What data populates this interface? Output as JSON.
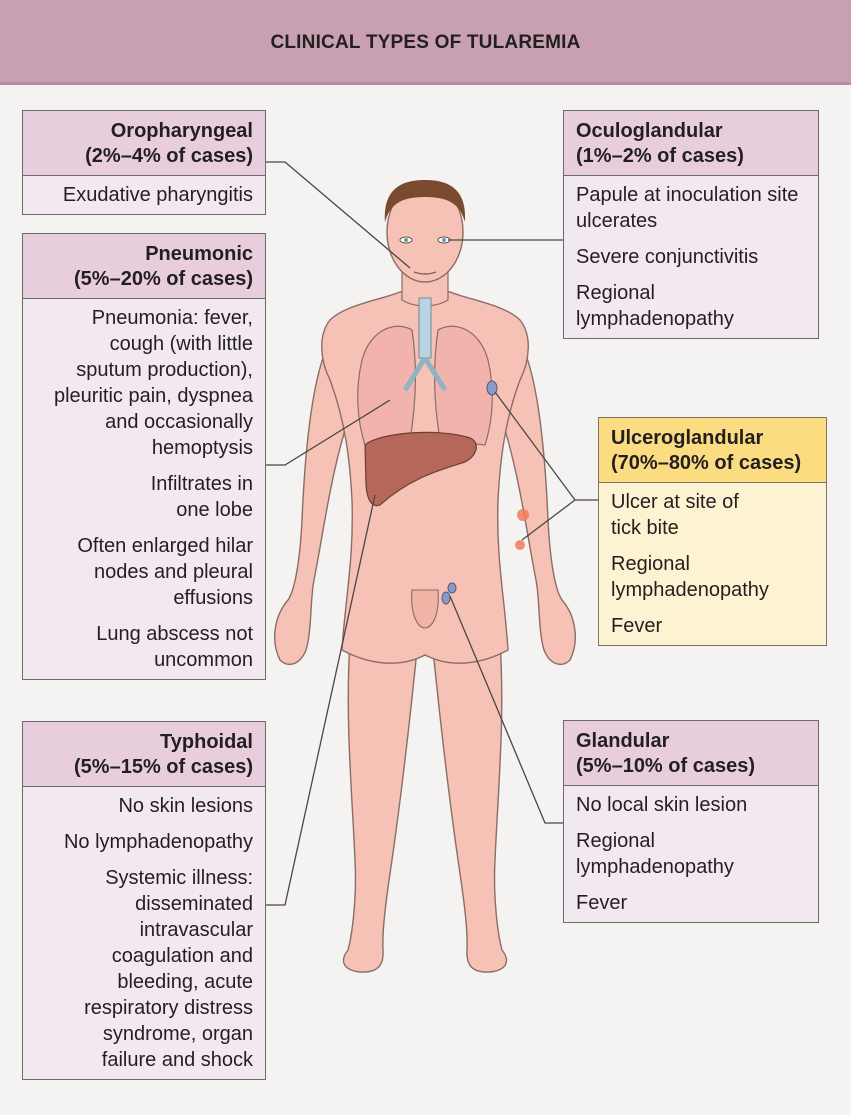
{
  "header": {
    "title": "CLINICAL TYPES OF TULAREMIA"
  },
  "boxes": {
    "oropharyngeal": {
      "title": "Oropharyngeal",
      "subtitle": "(2%–4% of cases)",
      "items": [
        "Exudative pharyngitis"
      ]
    },
    "pneumonic": {
      "title": "Pneumonic",
      "subtitle": "(5%–20% of cases)",
      "items": [
        "Pneumonia: fever, cough (with little sputum production), pleuritic pain, dyspnea and occasionally hemoptysis",
        "Infiltrates in one lobe",
        "Often enlarged hilar nodes and pleural effusions",
        "Lung abscess not uncommon"
      ]
    },
    "typhoidal": {
      "title": "Typhoidal",
      "subtitle": "(5%–15% of cases)",
      "items": [
        "No skin lesions",
        "No lymphadenopathy",
        "Systemic illness: disseminated intravascular coagulation and bleeding, acute respiratory distress syndrome, organ failure and shock"
      ]
    },
    "oculoglandular": {
      "title": "Oculoglandular",
      "subtitle": "(1%–2% of cases)",
      "items": [
        "Papule at inoculation site ulcerates",
        "Severe conjunctivitis",
        "Regional lymphadenopathy"
      ]
    },
    "ulceroglandular": {
      "title": "Ulceroglandular",
      "subtitle": "(70%–80% of cases)",
      "items": [
        "Ulcer at site of tick bite",
        "Regional lymphadenopathy",
        "Fever"
      ]
    },
    "glandular": {
      "title": "Glandular",
      "subtitle": "(5%–10% of cases)",
      "items": [
        "No local skin lesion",
        "Regional lymphadenopathy",
        "Fever"
      ]
    }
  },
  "colors": {
    "header": "#c9a0b2",
    "box_head": "#e8cedd",
    "box_body": "#f2e8ef",
    "highlight_head": "#fbdc80",
    "highlight_body": "#fdf3d2",
    "skin": "#f6c2b6",
    "lung": "#f2b3ac",
    "liver": "#b5675a"
  }
}
